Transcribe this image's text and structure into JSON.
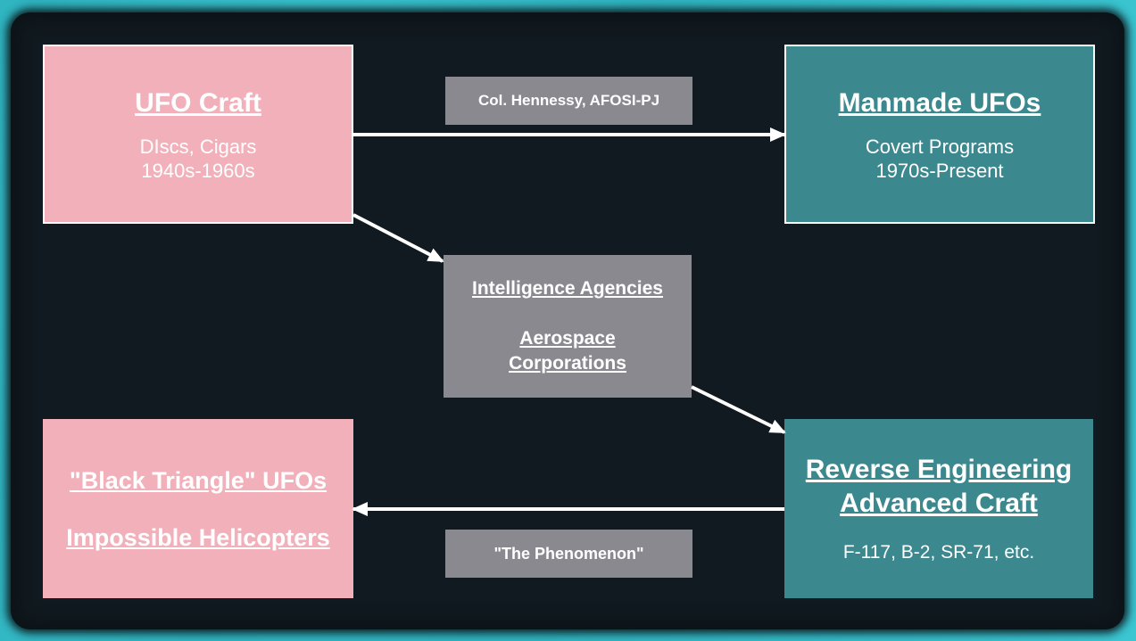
{
  "nodes": {
    "ufo_craft": {
      "title": "UFO Craft",
      "line1": "DIscs, Cigars",
      "line2": "1940s-1960s"
    },
    "manmade": {
      "title": "Manmade UFOs",
      "line1": "Covert Programs",
      "line2": "1970s-Present"
    },
    "agencies": {
      "title1": "Intelligence Agencies",
      "title2": "Aerospace",
      "title3": "Corporations"
    },
    "black_triangle": {
      "title1": "\"Black Triangle\" UFOs",
      "title2": "Impossible Helicopters"
    },
    "reverse": {
      "title1": "Reverse Engineering",
      "title2": "Advanced Craft",
      "line1": "F-117, B-2, SR-71, etc."
    }
  },
  "labels": {
    "top_edge": "Col. Hennessy, AFOSI-PJ",
    "bottom_edge": "\"The Phenomenon\""
  },
  "colors": {
    "pink": "#f1b0ba",
    "teal": "#3b888f",
    "gray": "#8b8990",
    "background": "#111a20",
    "border_glow": "#3cc3cf"
  }
}
